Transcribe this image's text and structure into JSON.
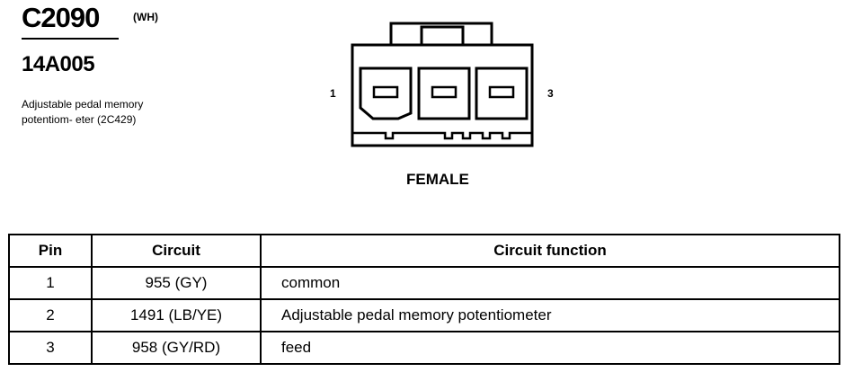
{
  "connector": {
    "id": "C2090",
    "color": "(WH)",
    "part_number": "14A005",
    "description": "Adjustable pedal memory potentiom- eter (2C429)",
    "pin_left": "1",
    "pin_right": "3",
    "gender": "FEMALE"
  },
  "table": {
    "headers": [
      "Pin",
      "Circuit",
      "Circuit function"
    ],
    "rows": [
      {
        "pin": "1",
        "circuit": "955 (GY)",
        "function": "common"
      },
      {
        "pin": "2",
        "circuit": "1491 (LB/YE)",
        "function": "Adjustable pedal memory potentiometer"
      },
      {
        "pin": "3",
        "circuit": "958 (GY/RD)",
        "function": "feed"
      }
    ]
  }
}
